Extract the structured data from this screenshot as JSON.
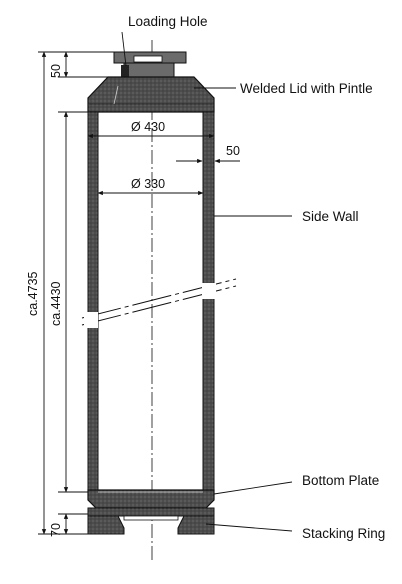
{
  "labels": {
    "loading_hole": "Loading Hole",
    "welded_lid": "Welded Lid with Pintle",
    "side_wall": "Side Wall",
    "bottom_plate": "Bottom Plate",
    "stacking_ring": "Stacking Ring"
  },
  "dimensions": {
    "outer_diameter": "Ø 430",
    "inner_diameter": "Ø 330",
    "wall_thickness": "50",
    "lid_height": "50",
    "total_height": "ca.4735",
    "inner_height": "ca.4430",
    "ring_height": "70"
  },
  "colors": {
    "ink": "#111111",
    "wall_fill": "#4a4a4a",
    "lid_fill": "#3a3a3a",
    "plate_fill": "#5a5a5a"
  }
}
